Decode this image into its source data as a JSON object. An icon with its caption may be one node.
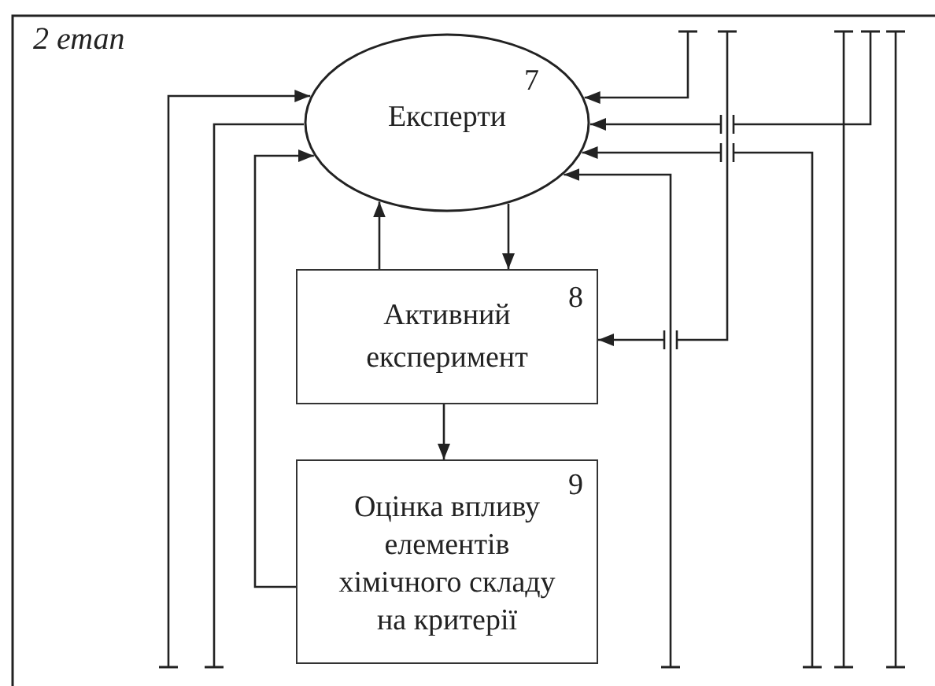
{
  "diagram": {
    "title": "2 етап",
    "nodes": [
      {
        "text": [
          "7",
          "Експерти"
        ]
      },
      {
        "text": [
          "8",
          "Активний експеримент"
        ]
      },
      {
        "text": [
          "9",
          "Оцінка впливу елементів хімічного складу на критерії"
        ]
      }
    ],
    "edges": [
      {
        "from": null,
        "to": 0,
        "arrow": "to"
      },
      {
        "from": 0,
        "to": null,
        "arrow": "other"
      },
      {
        "from": 2,
        "to": 0,
        "arrow": "to"
      },
      {
        "from": 1,
        "to": 0,
        "arrow": "to"
      },
      {
        "from": 0,
        "to": 1,
        "arrow": "to"
      },
      {
        "from": 1,
        "to": 2,
        "arrow": "to"
      },
      {
        "from": null,
        "to": 0,
        "arrow": "to"
      },
      {
        "from": null,
        "to": 0,
        "arrow": "to"
      },
      {
        "from": null,
        "to": 0,
        "arrow": "to"
      },
      {
        "from": null,
        "to": 0,
        "arrow": "to"
      },
      {
        "from": null,
        "to": 1,
        "arrow": "to"
      }
    ]
  }
}
